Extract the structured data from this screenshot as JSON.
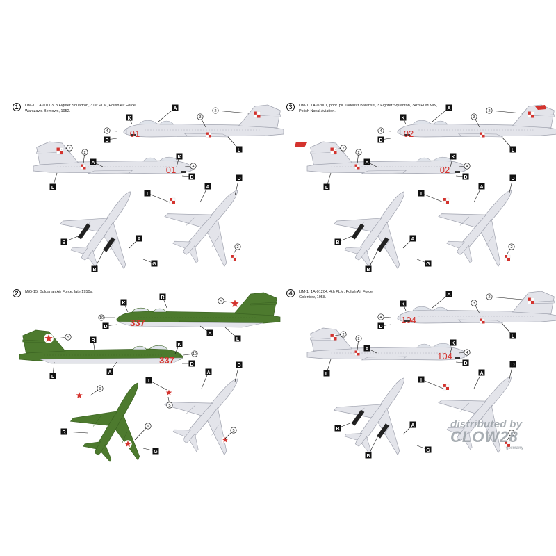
{
  "colors": {
    "silver": "#e3e4ea",
    "silver_line": "#9ea1ad",
    "red": "#d4332e",
    "green": "#4d7a2e",
    "green_dark": "#3b6322",
    "callout": "#111111"
  },
  "panels": [
    {
      "number": "1",
      "caption": [
        "LIM-1, 1A-01003, 3 Fighter Squadron, 31st PLM, Polish Air Force",
        "Warszawa Bemowo, 1952."
      ],
      "code": "01",
      "scheme": "silver"
    },
    {
      "number": "2",
      "caption": [
        "MiG-15, Bulgarian Air Force, late 1950s."
      ],
      "code": "337",
      "scheme": "green"
    },
    {
      "number": "3",
      "caption": [
        "LIM-1, 1A-02001, ppor. pil. Tadeusz Barański, 3 Fighter Squadron, 34rd PLM MW,",
        "Polish Naval Aviation."
      ],
      "code": "02",
      "scheme": "silver-redtip"
    },
    {
      "number": "4",
      "caption": [
        "LIM-1, 1A-01204, 4th PLM, Polish Air Force",
        "Goleniów, 1958."
      ],
      "code": "104",
      "scheme": "silver"
    }
  ],
  "callouts": {
    "A": "A",
    "B": "B",
    "D": "D",
    "G": "G",
    "I": "I",
    "K": "K",
    "L": "L",
    "R": "R",
    "n2": "2",
    "n3": "3",
    "n4": "4",
    "n5": "5",
    "n6": "6",
    "n7": "7",
    "n8": "8",
    "n9": "9",
    "n10": "10"
  },
  "watermark": {
    "line1": "distributed by",
    "line2": "CLOW28",
    "line3": "germany"
  }
}
